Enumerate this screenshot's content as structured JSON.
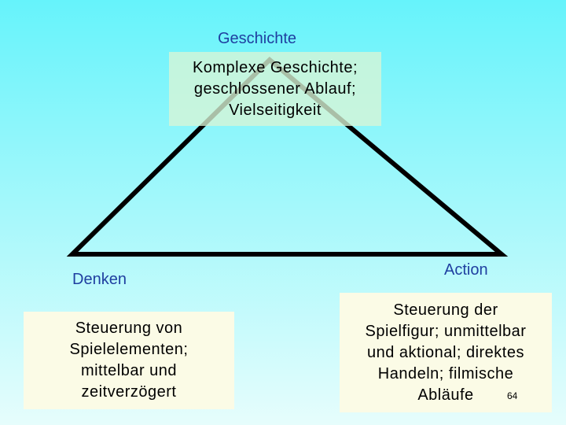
{
  "vertices": {
    "top": "Geschichte",
    "left": "Denken",
    "right": "Action"
  },
  "boxes": {
    "top": [
      "Komplexe Geschichte;",
      "geschlossener Ablauf;",
      "Vielseitigkeit"
    ],
    "left": [
      "Steuerung von",
      "Spielelementen;",
      "mittelbar und",
      "zeitverzögert"
    ],
    "right": [
      "Steuerung der",
      "Spielfigur; unmittelbar",
      "und aktional; direktes",
      "Handeln; filmische",
      "Abläufe"
    ]
  },
  "page_number": "64",
  "colors": {
    "label_text": "#1f3fa0",
    "triangle_stroke": "#000000",
    "top_box_fill": "#d9f5d6",
    "bottom_box_fill": "#fbfbe6"
  }
}
